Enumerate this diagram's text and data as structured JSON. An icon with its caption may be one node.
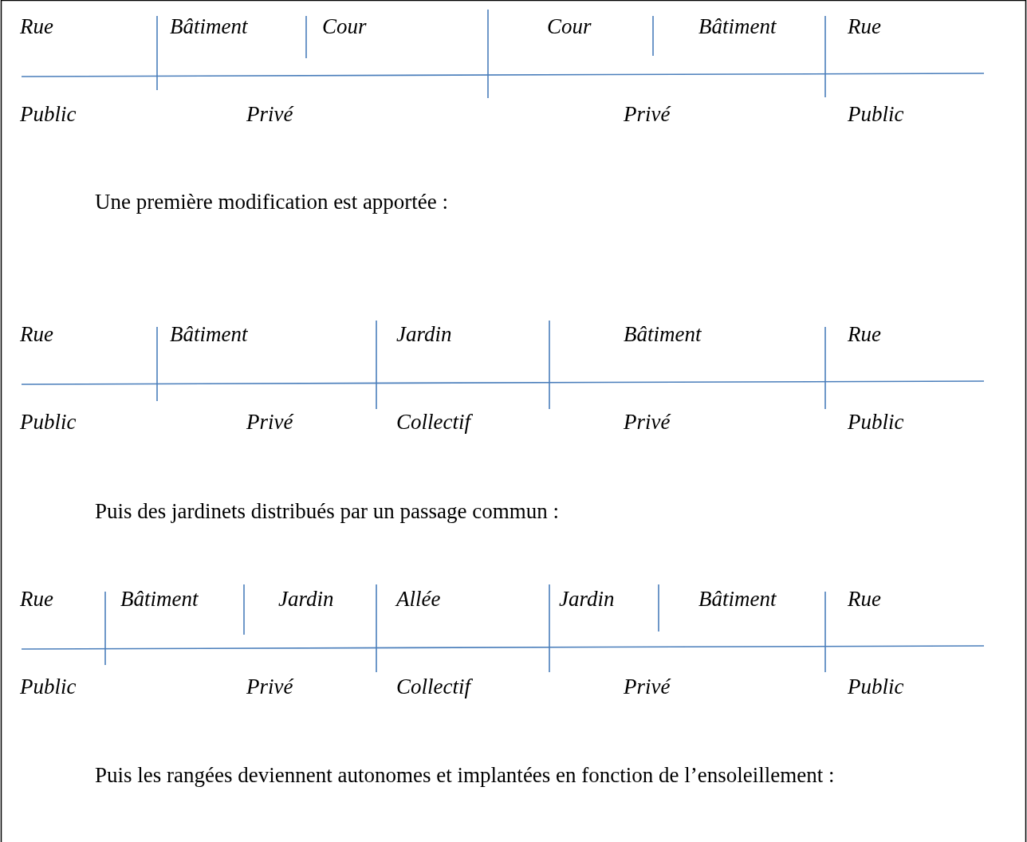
{
  "diagram": {
    "labels": [
      "Rue",
      "Bâtiment",
      "Cour",
      "Cour",
      "Bâtiment",
      "Rue",
      "Public",
      "Privé",
      "Privé",
      "Public",
      "Une première modification est apportée :",
      "Rue",
      "Bâtiment",
      "Jardin",
      "Bâtiment",
      "Rue",
      "Public",
      "Privé",
      "Collectif",
      "Privé",
      "Public",
      "Puis des jardinets distribués par un passage commun :",
      "Rue",
      "Bâtiment",
      "Jardin",
      "Allée",
      "Jardin",
      "Bâtiment",
      "Rue",
      "Public",
      "Privé",
      "Collectif",
      "Privé",
      "Public",
      "Puis les rangées deviennent autonomes et implantées en fonction de l’ensoleillement :"
    ]
  }
}
